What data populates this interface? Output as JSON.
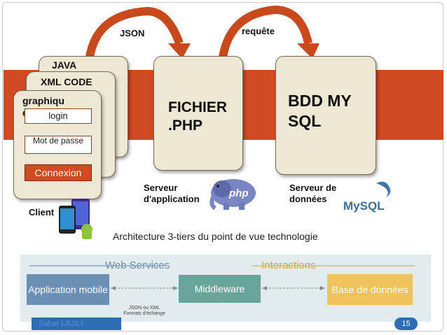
{
  "client_cards": {
    "java_code_title": "JAVA CODE",
    "xml_code_title": "XML CODE",
    "graphique_title": "graphique",
    "login_field": "login",
    "password_field": "Mot de passe",
    "connexion_button": "Connexion"
  },
  "arrows": {
    "json_label": "JSON",
    "requete_label": "requête"
  },
  "server_cards": {
    "php_file": "FICHIER .PHP",
    "database": "BDD MY SQL"
  },
  "labels": {
    "client": "Client",
    "app_server": "Serveur d'application",
    "data_server": "Serveur de données",
    "php_logo_text": "php",
    "mysql_logo_text": "MySQL"
  },
  "caption": "Architecture 3-tiers du point de vue technologie",
  "bottom_diagram": {
    "web_services": "Web Services",
    "interactions": "Interactions",
    "mobile_app": "Application mobile",
    "middleware": "Middleware",
    "database": "Base de données",
    "exchange_format": "JSON ou XML",
    "exchange_note": "Formats d'échange"
  },
  "footer": {
    "author": "Saber LAJILI",
    "page_number": "15"
  },
  "colors": {
    "band": "#d04a22",
    "card_fill": "#ede7d4",
    "arrow": "#c84a1c",
    "mobile_box": "#6c8fb6",
    "middleware_box": "#6aa59b",
    "db_box": "#f0c35c",
    "web_services_text": "#6d8aa6",
    "interactions_text": "#e0a12c",
    "page_badge": "#2e6db4"
  }
}
